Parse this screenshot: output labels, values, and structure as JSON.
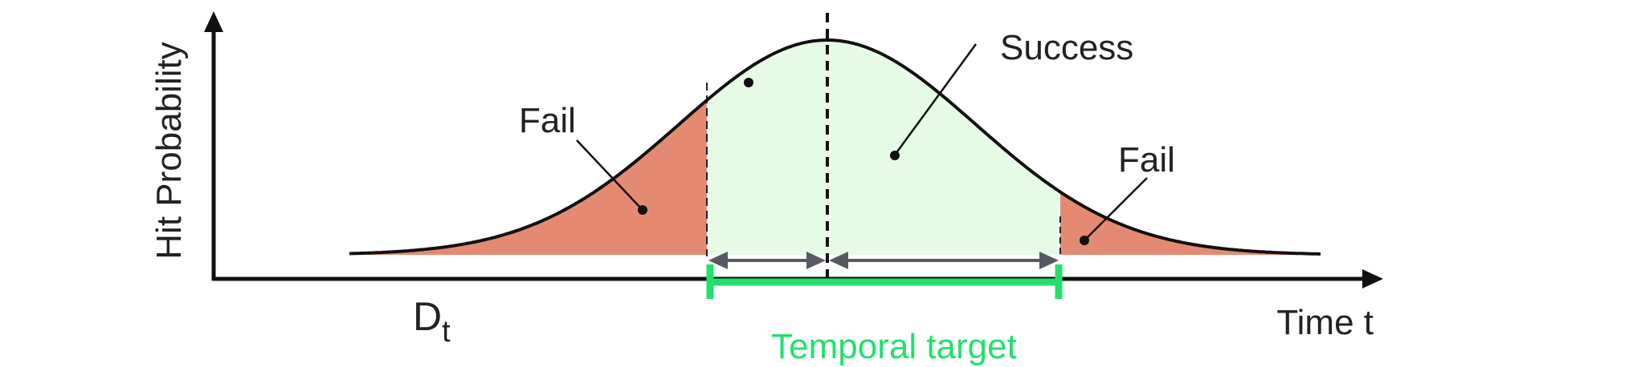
{
  "axes": {
    "y_label": "Hit Probability",
    "x_label": "Time t",
    "x_marker": "D",
    "x_marker_sub": "t"
  },
  "labels": {
    "fail_left": "Fail",
    "fail_right": "Fail",
    "success": "Success",
    "temporal_target": "Temporal target"
  },
  "colors": {
    "fail_fill": "#e58a72",
    "success_fill": "#e6fbe6",
    "target_bar": "#22e06b",
    "curve": "#111111",
    "interval_arrows": "#555a63"
  }
}
